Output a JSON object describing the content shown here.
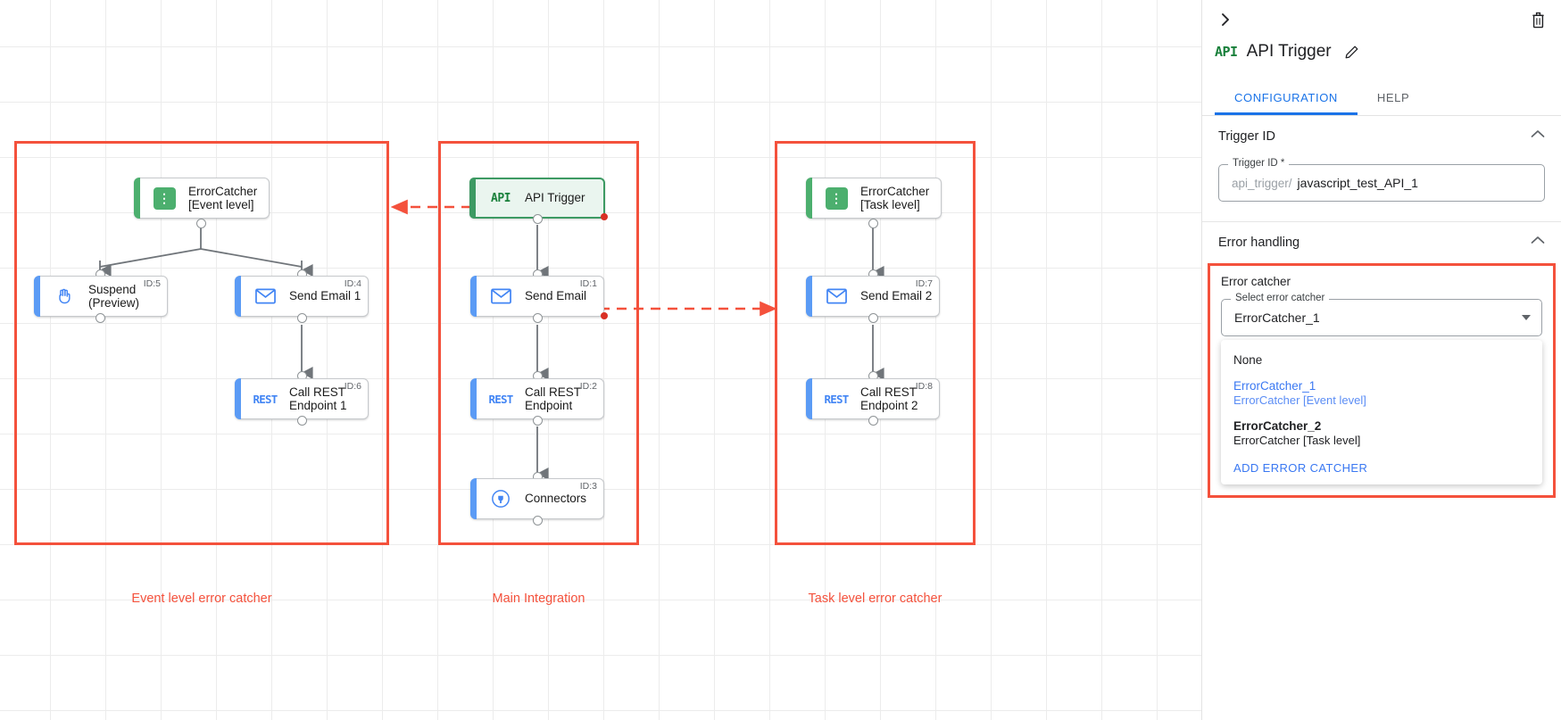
{
  "canvas": {
    "groups": [
      {
        "label": "Event level error catcher"
      },
      {
        "label": "Main Integration"
      },
      {
        "label": "Task level error catcher"
      }
    ],
    "nodes": {
      "ec_event": {
        "title": "ErrorCatcher\n[Event level]",
        "icon": "error-catcher-icon",
        "id": ""
      },
      "suspend": {
        "title": "Suspend\n(Preview)",
        "icon": "hand-icon",
        "id": "ID:5"
      },
      "send_email1": {
        "title": "Send Email 1",
        "icon": "envelope-icon",
        "id": "ID:4"
      },
      "call_rest1": {
        "title": "Call REST\nEndpoint 1",
        "icon": "rest-icon",
        "id": "ID:6"
      },
      "api_trigger": {
        "title": "API Trigger",
        "icon": "api-icon",
        "id": ""
      },
      "send_email": {
        "title": "Send Email",
        "icon": "envelope-icon",
        "id": "ID:1"
      },
      "call_rest": {
        "title": "Call REST\nEndpoint",
        "icon": "rest-icon",
        "id": "ID:2"
      },
      "connectors": {
        "title": "Connectors",
        "icon": "connectors-icon",
        "id": "ID:3"
      },
      "ec_task": {
        "title": "ErrorCatcher\n[Task level]",
        "icon": "error-catcher-icon",
        "id": ""
      },
      "send_email2": {
        "title": "Send Email 2",
        "icon": "envelope-icon",
        "id": "ID:7"
      },
      "call_rest2": {
        "title": "Call REST\nEndpoint 2",
        "icon": "rest-icon",
        "id": "ID:8"
      }
    },
    "colors": {
      "group_border": "#f4513c",
      "error_link": "#f4513c",
      "node_accent_blue": "#5b9bf5",
      "node_accent_green": "#3d9a63",
      "error_dot": "#d93025"
    }
  },
  "panel": {
    "collapse_icon": "chevron-right-icon",
    "delete_icon": "trash-icon",
    "badge": "API",
    "title": "API Trigger",
    "edit_icon": "pencil-icon",
    "tabs": [
      {
        "label": "CONFIGURATION",
        "active": true
      },
      {
        "label": "HELP",
        "active": false
      }
    ],
    "sections": [
      {
        "title": "Trigger ID",
        "collapse_icon": "chevron-up-icon"
      },
      {
        "title": "Error handling",
        "collapse_icon": "chevron-up-icon"
      }
    ],
    "trigger_id_field": {
      "legend": "Trigger ID *",
      "prefix": "api_trigger/",
      "value": "javascript_test_API_1"
    },
    "error_catcher": {
      "label": "Error catcher",
      "select_legend": "Select error catcher",
      "selected": "ErrorCatcher_1",
      "dropdown": {
        "options": [
          {
            "primary": "None",
            "secondary": "",
            "selected": false
          },
          {
            "primary": "ErrorCatcher_1",
            "secondary": "ErrorCatcher [Event level]",
            "selected": true
          },
          {
            "primary": "ErrorCatcher_2",
            "secondary": "ErrorCatcher [Task level]",
            "selected": false
          }
        ],
        "action_label": "ADD ERROR CATCHER"
      }
    }
  }
}
